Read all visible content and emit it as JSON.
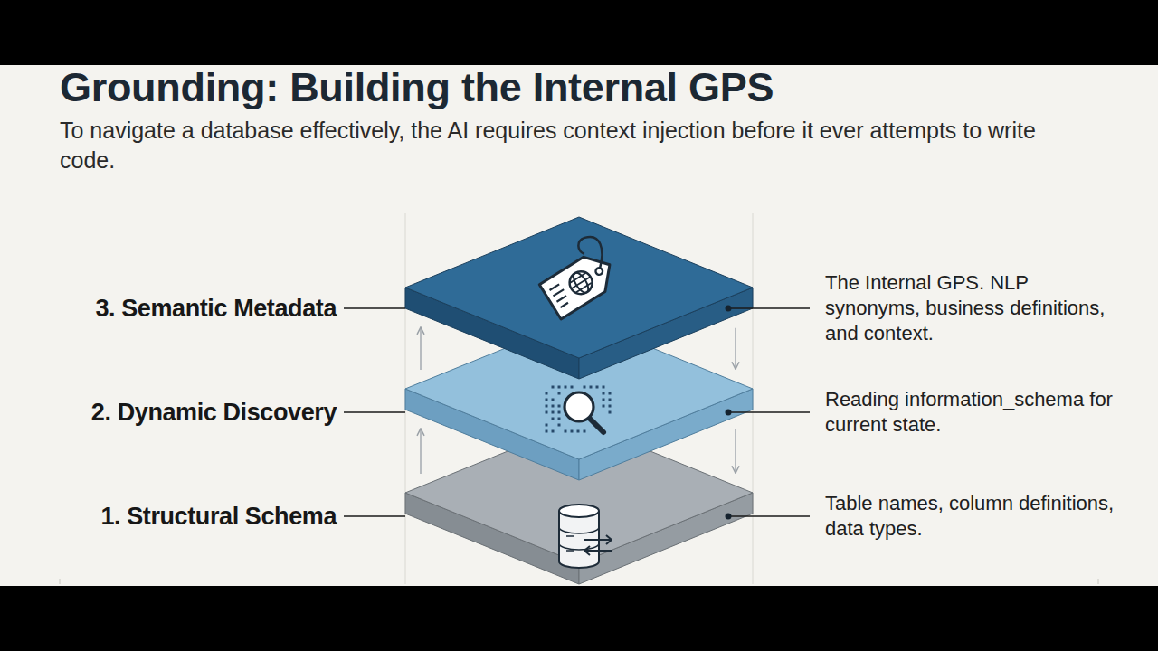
{
  "diagram": {
    "title": "Grounding: Building the Internal GPS",
    "caption": "To navigate a database effectively, the AI requires context injection before it ever attempts to write code.",
    "nodes": [
      {
        "text": [
          "3. Semantic Metadata",
          "The Internal GPS. NLP synonyms, business definitions, and context."
        ]
      },
      {
        "text": [
          "2. Dynamic Discovery",
          "Reading information_schema for current state."
        ]
      },
      {
        "text": [
          "1. Structural Schema",
          "Table names, column definitions, data types."
        ]
      }
    ],
    "edges": [
      {
        "from": 2,
        "to": 1,
        "arrow": "to"
      },
      {
        "from": 1,
        "to": 0,
        "arrow": "to"
      },
      {
        "from": 0,
        "to": 1,
        "arrow": "to"
      },
      {
        "from": 1,
        "to": 2,
        "arrow": "to"
      }
    ]
  }
}
